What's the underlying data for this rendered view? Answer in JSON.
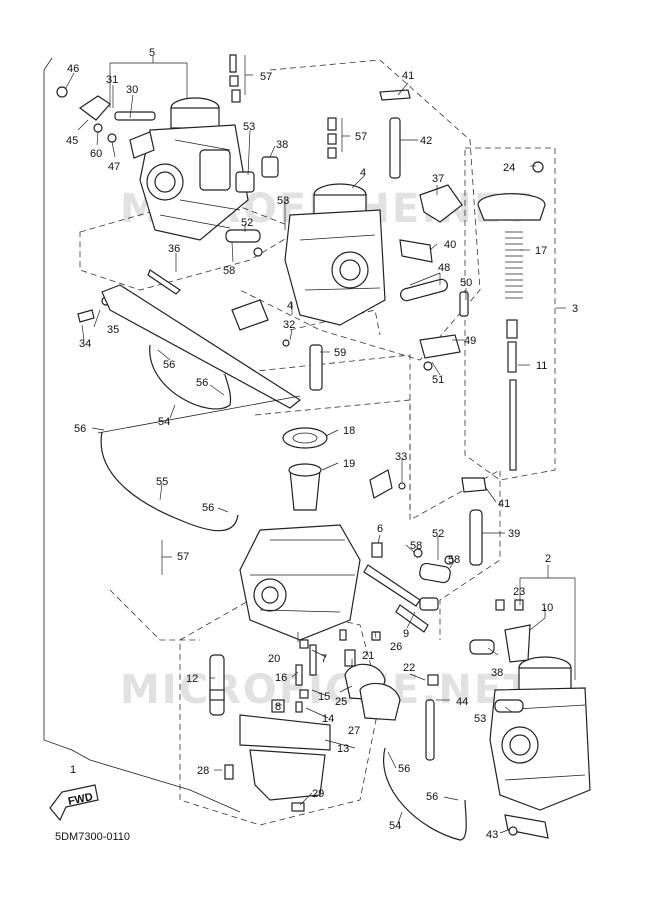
{
  "diagram": {
    "drawing_code": "5DM7300-0110",
    "direction_badge": "FWD",
    "watermark": "MICROFICHE.NET",
    "callouts": [
      {
        "id": "c1",
        "text": "1"
      },
      {
        "id": "c2",
        "text": "2"
      },
      {
        "id": "c3",
        "text": "3"
      },
      {
        "id": "c4a",
        "text": "4"
      },
      {
        "id": "c4b",
        "text": "4"
      },
      {
        "id": "c5",
        "text": "5"
      },
      {
        "id": "c6",
        "text": "6"
      },
      {
        "id": "c7",
        "text": "7"
      },
      {
        "id": "c8",
        "text": "8"
      },
      {
        "id": "c9",
        "text": "9"
      },
      {
        "id": "c10",
        "text": "10"
      },
      {
        "id": "c11",
        "text": "11"
      },
      {
        "id": "c12",
        "text": "12"
      },
      {
        "id": "c13",
        "text": "13"
      },
      {
        "id": "c14",
        "text": "14"
      },
      {
        "id": "c15",
        "text": "15"
      },
      {
        "id": "c16",
        "text": "16"
      },
      {
        "id": "c17",
        "text": "17"
      },
      {
        "id": "c18",
        "text": "18"
      },
      {
        "id": "c19",
        "text": "19"
      },
      {
        "id": "c20",
        "text": "20"
      },
      {
        "id": "c21",
        "text": "21"
      },
      {
        "id": "c22",
        "text": "22"
      },
      {
        "id": "c23",
        "text": "23"
      },
      {
        "id": "c24",
        "text": "24"
      },
      {
        "id": "c25",
        "text": "25"
      },
      {
        "id": "c26",
        "text": "26"
      },
      {
        "id": "c27",
        "text": "27"
      },
      {
        "id": "c28",
        "text": "28"
      },
      {
        "id": "c29",
        "text": "29"
      },
      {
        "id": "c30",
        "text": "30"
      },
      {
        "id": "c31",
        "text": "31"
      },
      {
        "id": "c32",
        "text": "32"
      },
      {
        "id": "c33",
        "text": "33"
      },
      {
        "id": "c34",
        "text": "34"
      },
      {
        "id": "c35",
        "text": "35"
      },
      {
        "id": "c36",
        "text": "36"
      },
      {
        "id": "c37",
        "text": "37"
      },
      {
        "id": "c38a",
        "text": "38"
      },
      {
        "id": "c38b",
        "text": "38"
      },
      {
        "id": "c39",
        "text": "39"
      },
      {
        "id": "c40",
        "text": "40"
      },
      {
        "id": "c41a",
        "text": "41"
      },
      {
        "id": "c41b",
        "text": "41"
      },
      {
        "id": "c42",
        "text": "42"
      },
      {
        "id": "c43",
        "text": "43"
      },
      {
        "id": "c44",
        "text": "44"
      },
      {
        "id": "c45",
        "text": "45"
      },
      {
        "id": "c46",
        "text": "46"
      },
      {
        "id": "c47",
        "text": "47"
      },
      {
        "id": "c48",
        "text": "48"
      },
      {
        "id": "c49",
        "text": "49"
      },
      {
        "id": "c50",
        "text": "50"
      },
      {
        "id": "c51",
        "text": "51"
      },
      {
        "id": "c52a",
        "text": "52"
      },
      {
        "id": "c52b",
        "text": "52"
      },
      {
        "id": "c53a",
        "text": "53"
      },
      {
        "id": "c53b",
        "text": "53"
      },
      {
        "id": "c53c",
        "text": "53"
      },
      {
        "id": "c54a",
        "text": "54"
      },
      {
        "id": "c54b",
        "text": "54"
      },
      {
        "id": "c55",
        "text": "55"
      },
      {
        "id": "c56a",
        "text": "56"
      },
      {
        "id": "c56b",
        "text": "56"
      },
      {
        "id": "c56c",
        "text": "56"
      },
      {
        "id": "c56d",
        "text": "56"
      },
      {
        "id": "c56e",
        "text": "56"
      },
      {
        "id": "c56f",
        "text": "56"
      },
      {
        "id": "c57a",
        "text": "57"
      },
      {
        "id": "c57b",
        "text": "57"
      },
      {
        "id": "c57c",
        "text": "57"
      },
      {
        "id": "c58a",
        "text": "58"
      },
      {
        "id": "c58b",
        "text": "58"
      },
      {
        "id": "c58c",
        "text": "58"
      },
      {
        "id": "c59",
        "text": "59"
      },
      {
        "id": "c60",
        "text": "60"
      }
    ]
  }
}
